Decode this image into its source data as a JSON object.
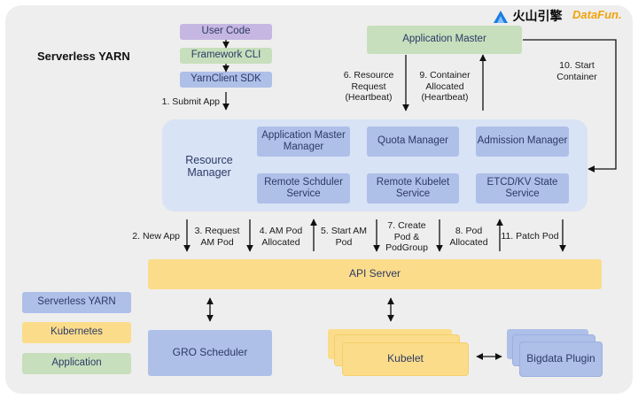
{
  "logos": {
    "volcano": "火山引擎",
    "datafun": "DataFun."
  },
  "title": "Serverless YARN",
  "client": {
    "user_code": "User Code",
    "framework_cli": "Framework CLI",
    "yarnclient_sdk": "YarnClient SDK"
  },
  "application_master": "Application Master",
  "resource_manager": {
    "label": "Resource Manager",
    "modules": [
      "Application Master Manager",
      "Quota Manager",
      "Admission Manager",
      "Remote Schduler Service",
      "Remote Kubelet Service",
      "ETCD/KV State Service"
    ]
  },
  "steps": {
    "s1": "1. Submit App",
    "s2": "2. New App",
    "s3": "3. Request AM Pod",
    "s4": "4. AM Pod Allocated",
    "s5": "5. Start AM Pod",
    "s6": "6. Resource Request (Heartbeat)",
    "s7": "7. Create Pod & PodGroup",
    "s8": "8. Pod Allocated",
    "s9": "9. Container Allocated (Heartbeat)",
    "s10": "10. Start Container",
    "s11": "11. Patch Pod"
  },
  "api_server": "API Server",
  "gro_scheduler": "GRO Scheduler",
  "kubelet": "Kubelet",
  "bigdata_plugin": "Bigdata Plugin",
  "legend": [
    "Serverless YARN",
    "Kubernetes",
    "Application"
  ],
  "colors": {
    "serverless_yarn": "#aebfe8",
    "kubernetes": "#fbdc8a",
    "application": "#c7dfbc",
    "client": "#c6b6e2"
  }
}
